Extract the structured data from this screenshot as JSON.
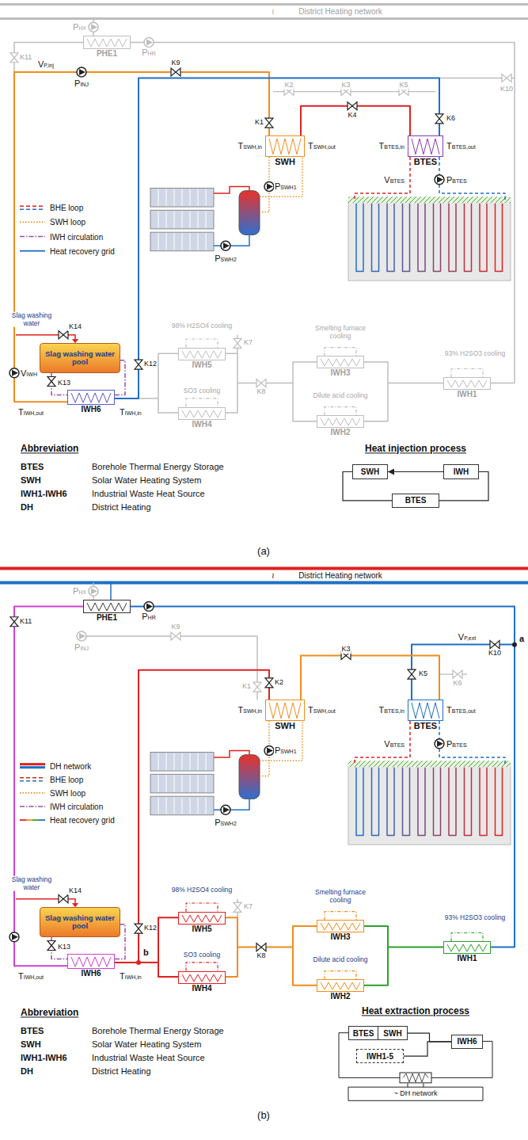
{
  "diagram": {
    "nodes": [
      {
        "text": [
          "SWH"
        ]
      },
      {
        "text": [
          "BTES"
        ]
      },
      {
        "text": [
          "IWH6"
        ]
      },
      {
        "text": [
          "IWH5"
        ]
      },
      {
        "text": [
          "IWH4"
        ]
      },
      {
        "text": [
          "IWH3"
        ]
      },
      {
        "text": [
          "IWH2"
        ]
      },
      {
        "text": [
          "IWH1"
        ]
      },
      {
        "text": [
          "PHE1"
        ]
      },
      {
        "text": [
          "Slag washing water pool"
        ]
      },
      {
        "text": [
          "SWH"
        ]
      },
      {
        "text": [
          "IWH"
        ]
      },
      {
        "text": [
          "BTES"
        ]
      },
      {
        "text": [
          "SWH"
        ]
      },
      {
        "text": [
          "BTES"
        ]
      },
      {
        "text": [
          "IWH6"
        ]
      },
      {
        "text": [
          "IWH5"
        ]
      },
      {
        "text": [
          "IWH4"
        ]
      },
      {
        "text": [
          "IWH3"
        ]
      },
      {
        "text": [
          "IWH2"
        ]
      },
      {
        "text": [
          "IWH1"
        ]
      },
      {
        "text": [
          "PHE1"
        ]
      },
      {
        "text": [
          "Slag washing water pool"
        ]
      },
      {
        "text": [
          "BTES"
        ]
      },
      {
        "text": [
          "SWH"
        ]
      },
      {
        "text": [
          "IWH6"
        ]
      },
      {
        "text": [
          "IWH1-5"
        ]
      }
    ],
    "edges": [
      {
        "from": 11,
        "to": 10,
        "arrow": "to"
      },
      {
        "from": 10,
        "to": 12,
        "arrow": "none"
      },
      {
        "from": 12,
        "to": 11,
        "arrow": "none"
      },
      {
        "from": 24,
        "to": 25,
        "arrow": "none"
      },
      {
        "from": 26,
        "to": 25,
        "arrow": "none"
      }
    ],
    "labels": [
      "District Heating network",
      "PHX",
      "PHR",
      "K11",
      "VP,inj",
      "PINJ",
      "K9",
      "K10",
      "K1",
      "K2",
      "K3",
      "K4",
      "K5",
      "K6",
      "TSWH,in",
      "TSWH,out",
      "TBTES,in",
      "TBTES,out",
      "PBTES",
      "VBTES",
      "PSWH1",
      "PSWH2",
      "Slag washing water",
      "K14",
      "K13",
      "VIWH",
      "K12",
      "98% H2SO4 cooling",
      "SO3 cooling",
      "K7",
      "K8",
      "Smelting furnace cooling",
      "Dilute acid cooling",
      "93% H2SO3 cooling",
      "TIWH,out",
      "TIWH,in",
      "Abbreviation",
      "BTES",
      "Borehole Thermal Energy Storage",
      "SWH",
      "Solar Water Heating System",
      "IWH1-IWH6",
      "Industrial Waste Heat Source",
      "DH",
      "District Heating",
      "Heat injection process",
      "(a)",
      "District Heating network",
      "PHX",
      "PHR",
      "K11",
      "PINJ",
      "K9",
      "K10",
      "VP,ext",
      "a",
      "K1",
      "K2",
      "K3",
      "K5",
      "K6",
      "TSWH,in",
      "TSWH,out",
      "TBTES,in",
      "TBTES,out",
      "PBTES",
      "VBTES",
      "PSWH1",
      "PSWH2",
      "Slag washing water",
      "K14",
      "K13",
      "K12",
      "98% H2SO4 cooling",
      "SO3 cooling",
      "K7",
      "K8",
      "Smelting furnace cooling",
      "Dilute acid cooling",
      "93% H2SO3 cooling",
      "TIWH,out",
      "TIWH,in",
      "b",
      "Abbreviation",
      "BTES",
      "Borehole Thermal Energy Storage",
      "SWH",
      "Solar Water Heating System",
      "IWH1-IWH6",
      "Industrial Waste Heat Source",
      "DH",
      "District Heating",
      "Heat extraction process",
      "~ DH network",
      "(b)",
      "≀",
      "≀"
    ],
    "legend": [
      {
        "text": "BHE loop"
      },
      {
        "text": "SWH loop"
      },
      {
        "text": "IWH circulation"
      },
      {
        "text": "Heat recovery grid"
      },
      {
        "text": "DH network"
      },
      {
        "text": "BHE loop"
      },
      {
        "text": "SWH loop"
      },
      {
        "text": "IWH circulation"
      },
      {
        "text": "Heat recovery grid"
      }
    ]
  }
}
